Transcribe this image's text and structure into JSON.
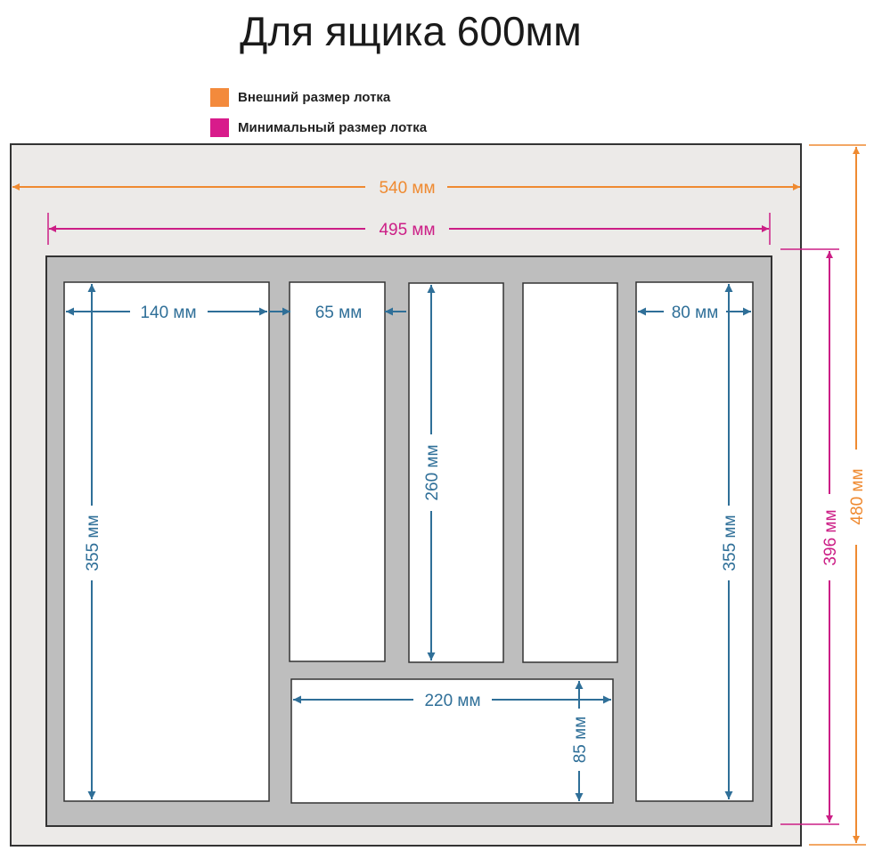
{
  "title": "Для ящика 600мм",
  "legend": [
    {
      "label": "Внешний размер лотка",
      "color": "#F38A3C"
    },
    {
      "label": "Минимальный размер лотка",
      "color": "#D81B8B"
    }
  ],
  "colors": {
    "outer": "#EF8A31",
    "minimum": "#CC1E86",
    "inner": "#2F6F98",
    "drawer_fill": "#ECEAE8",
    "tray_fill": "#BEBEBE"
  },
  "dimensions": {
    "outer_width": "540 мм",
    "min_width": "495 мм",
    "outer_depth": "480 мм",
    "min_depth": "396 мм",
    "comp1_width": "140 мм",
    "comp1_length": "355 мм",
    "comp2_width": "65 мм",
    "comp3_length": "260 мм",
    "comp5_width": "80 мм",
    "comp5_length": "355 мм",
    "comp6_width": "220 мм",
    "comp6_length": "85 мм"
  }
}
